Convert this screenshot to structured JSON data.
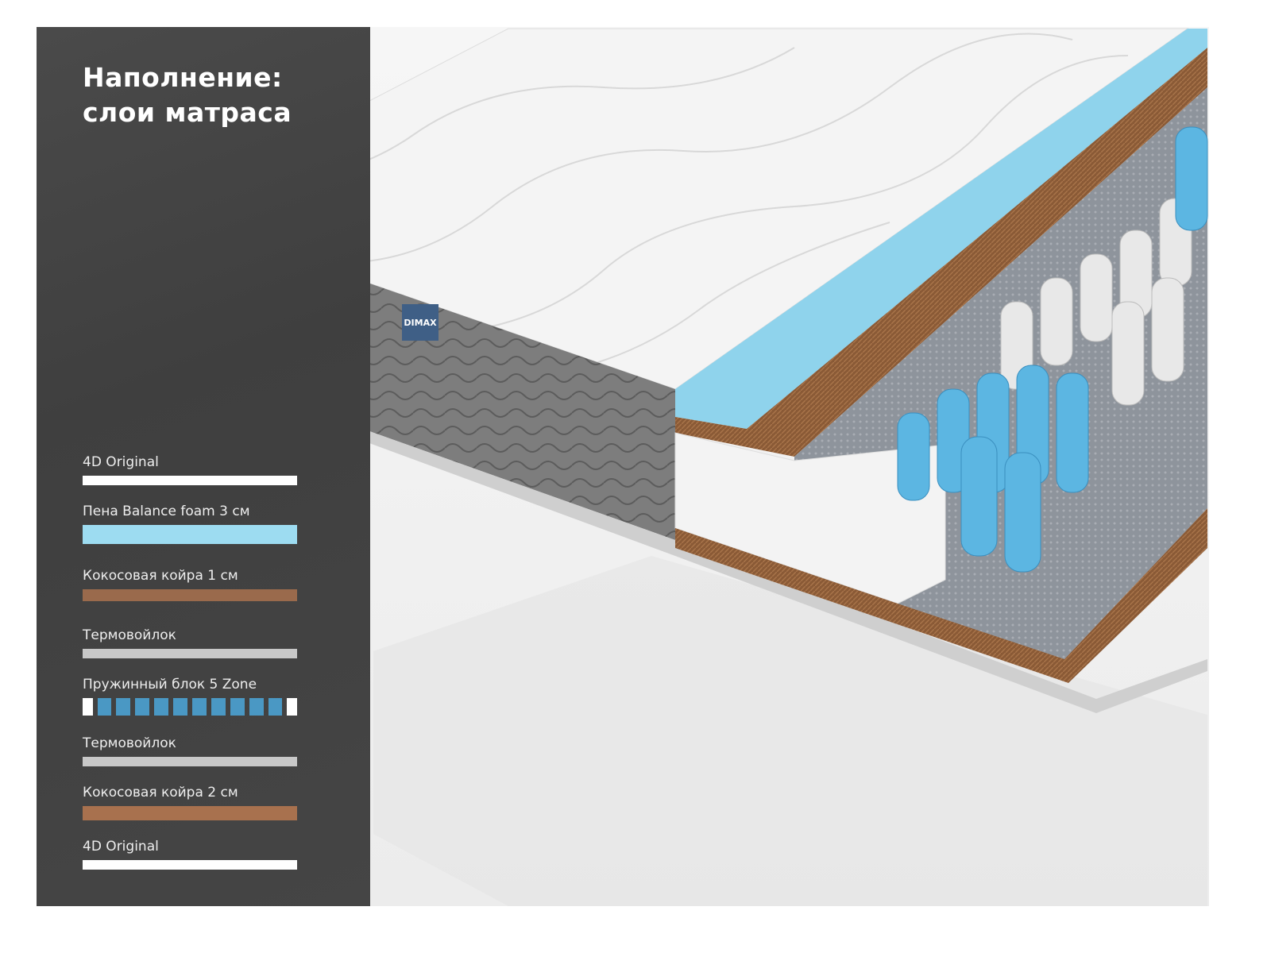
{
  "title": {
    "line1": "Наполнение:",
    "line2": "слои матраса"
  },
  "brand": "DIMAX",
  "layers": [
    {
      "label": "4D Original",
      "color": "#ffffff",
      "type": "bar"
    },
    {
      "label": "Пена Balance foam 3 см",
      "color": "#9ddcf1",
      "type": "bar"
    },
    {
      "label": "Кокосовая койра 1 см",
      "color": "#9a6a4c",
      "type": "bar"
    },
    {
      "label": "Термовойлок",
      "color": "#c8c8c8",
      "type": "bar"
    },
    {
      "label": "Пружинный блок 5 Zone",
      "color": "#4a98c4",
      "type": "springs"
    },
    {
      "label": "Термовойлок",
      "color": "#c8c8c8",
      "type": "bar"
    },
    {
      "label": "Кокосовая койра 2 см",
      "color": "#a8714e",
      "type": "bar"
    },
    {
      "label": "4D Original",
      "color": "#ffffff",
      "type": "bar"
    }
  ]
}
